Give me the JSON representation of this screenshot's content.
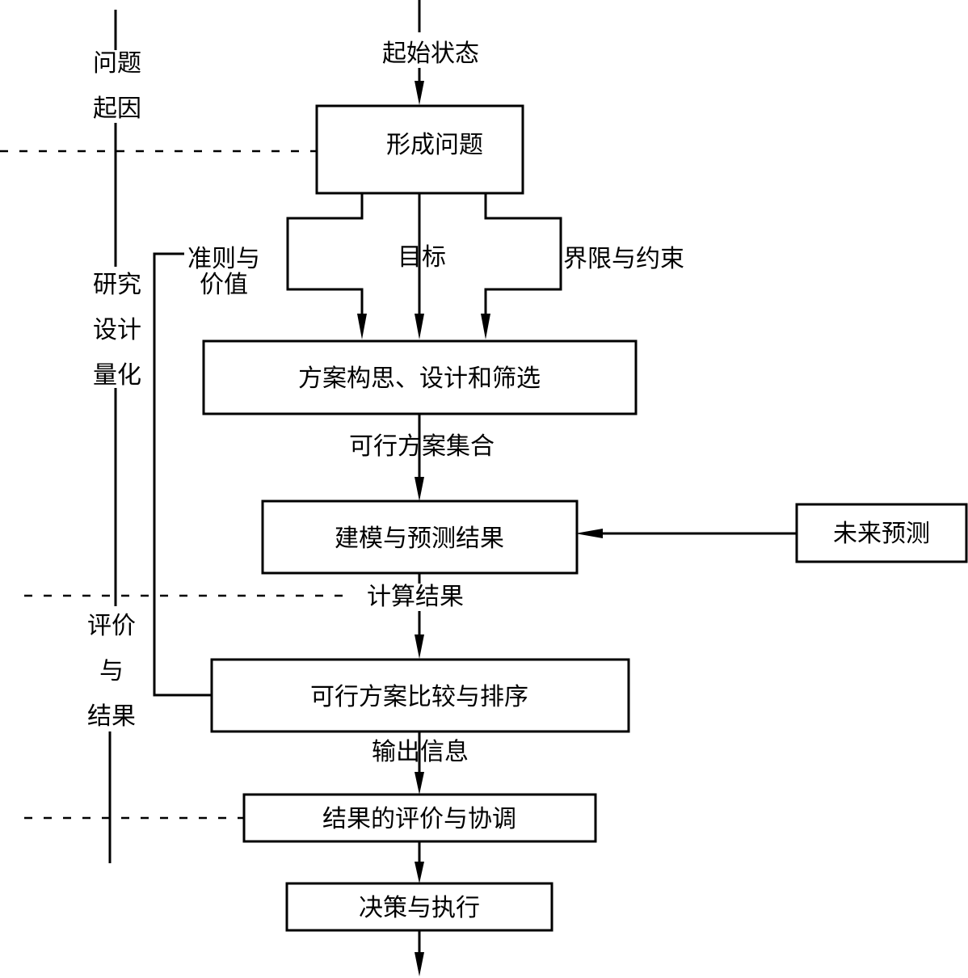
{
  "diagram": {
    "start_label": "起始状态",
    "phases": {
      "phase1": [
        "问题",
        "起因"
      ],
      "phase2": [
        "研究",
        "设计",
        "量化"
      ],
      "phase3": [
        "评价",
        "与",
        "结果"
      ]
    },
    "boxes": {
      "form_problem": "形成问题",
      "design": "方案构思、设计和筛选",
      "model": "建模与预测结果",
      "future": "未来预测",
      "compare": "可行方案比较与排序",
      "evaluate": "结果的评价与协调",
      "decide": "决策与执行"
    },
    "flow_labels": {
      "criteria_line1": "准则与",
      "criteria_line2": "价值",
      "goal": "目标",
      "constraints": "界限与约束",
      "feasible_set": "可行方案集合",
      "calc_result": "计算结果",
      "output_info": "输出信息"
    }
  }
}
